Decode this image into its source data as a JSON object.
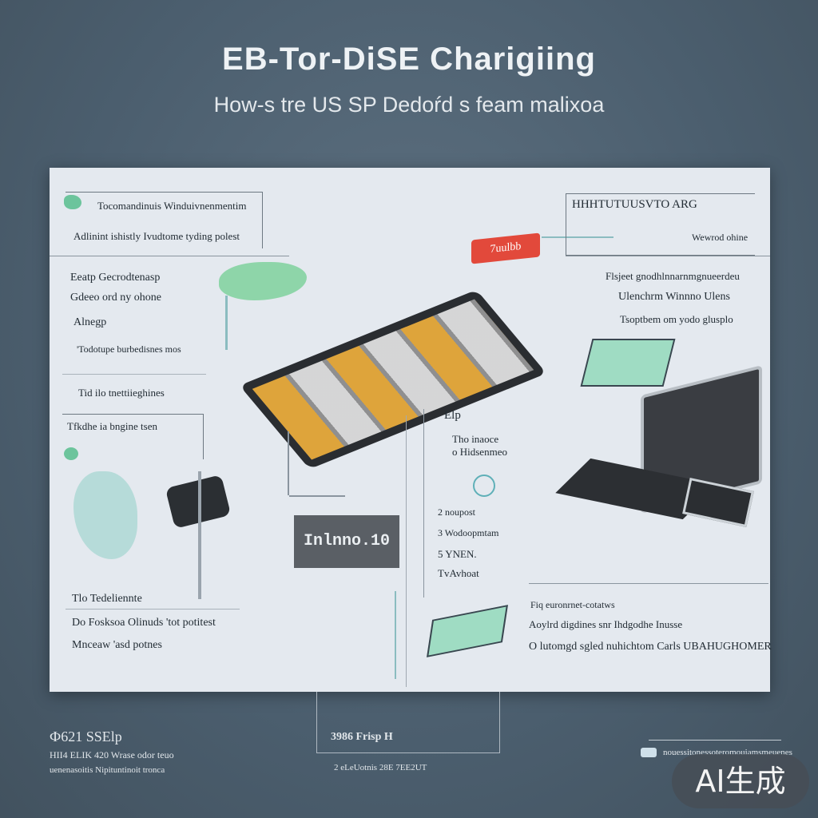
{
  "header": {
    "title": "EB-Tor-DiSE Charigiing",
    "subtitle": "How-s tre US SP Dedoŕd s feam malixoa"
  },
  "panel": {
    "top_left_box": {
      "line1": "Tocomandinuis Winduivnenmentim",
      "line2": "Adlinint ishistly Ivudtome tyding polest"
    },
    "left_list": [
      "Eeatp Gecrodtenasp",
      "Gdeeo ord ny ohone",
      "Alnegp",
      "'Todotupe burbedisnes mos"
    ],
    "mid_left_note": "Tid ilo tnettiieghines",
    "mid_left_box": "Tfkdhe ia bngine tsen",
    "bottom_left_list": [
      "Tlo Tedeliennte",
      "Do Fosksoa  Olinuds  'tot potitest",
      "Mnceaw  'asd potnes"
    ],
    "badge": "7uulbb",
    "top_right_box": {
      "title": "HHHTUTUUSVTO  ARG",
      "sub": "Wewrod ohine"
    },
    "right_list": [
      "Flsjeet gnodhlnnarnmgnueerdeu",
      "Ulenchrm  Winnno  Ulens",
      "Tsoptbem  om  yodo glusplo"
    ],
    "center_list": {
      "top": "Elp",
      "lines": [
        "Tho inaoce",
        "o Hidsenmeo"
      ],
      "items": [
        "2 noupost",
        "3 Wodoopmtam",
        "5 YNEN.",
        "TvAvhoat"
      ]
    },
    "dark_label": "Inlnno.10",
    "bottom_right": {
      "heading": "Fiq euronrnet-cotatws",
      "line1": "Aoylrd digdines snr Ihdgodhe Inusse",
      "line2": "O lutomgd sgled nuhichtom  Carls UBAHUGHOMER"
    }
  },
  "footer": {
    "left": {
      "line1": "Ф621 SSElp",
      "line2": "HII4 ELIK 420 Wrase odor teuo",
      "line3": "uenenasoitis Nipituntinoit tronca"
    },
    "center": {
      "box": "3986 Frisp H",
      "under": "2  eLeUotnis 28E 7EE2UT"
    },
    "right": "nouessitonessoteromouiamsmeuenes"
  },
  "watermark": "AI生成",
  "colors": {
    "background": "#4b5e6e",
    "panel": "#e4e9ef",
    "badge": "#e2493b",
    "accent_teal": "#7fd1b2",
    "accent_orange": "#f0a33c"
  }
}
